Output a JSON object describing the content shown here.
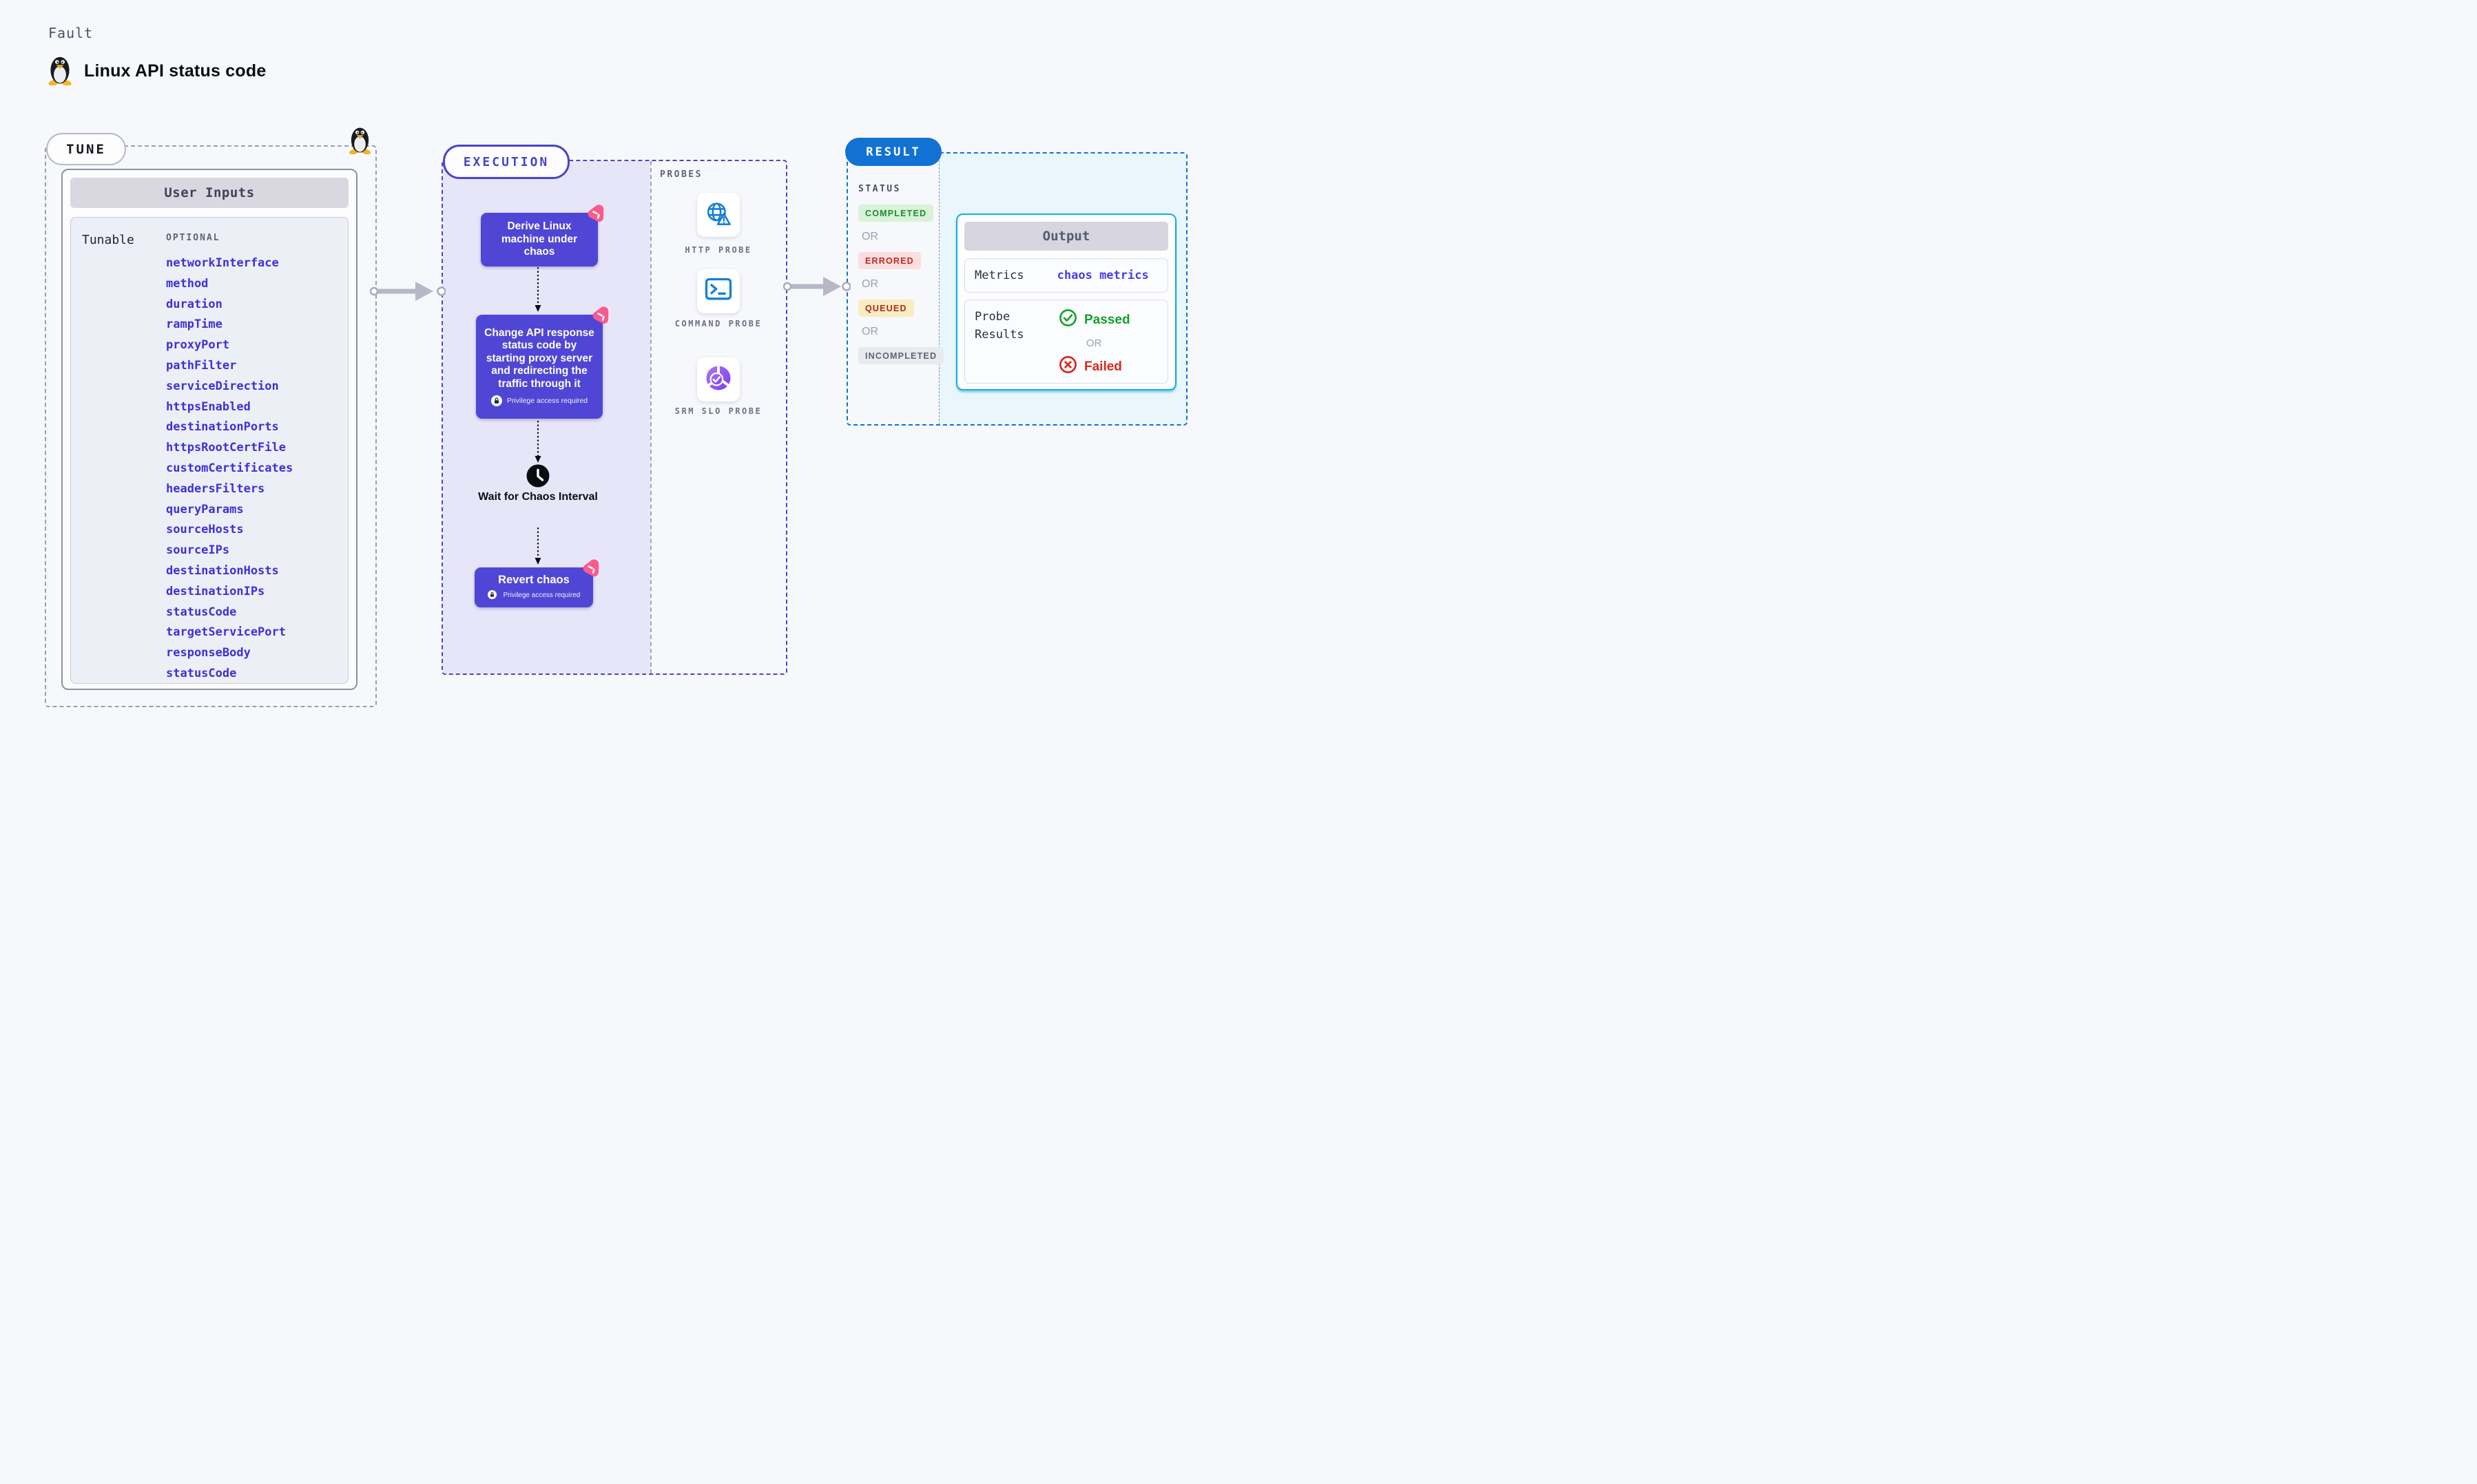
{
  "page": {
    "eyebrow": "Fault",
    "title": "Linux API status code"
  },
  "palette": {
    "background": "#f7f8fb",
    "indigo_step_box": "#5046d5",
    "execution_border": "#4a43cb",
    "execution_fill": "#e7e6f9",
    "tune_border": "#9aa1ad",
    "result_border": "#1272d4",
    "result_pill_bg": "#1272d4",
    "output_border": "#12aee0",
    "output_fill": "#e9f6fb",
    "tunable_link": "#3c31d8",
    "probe_icon_blue": "#1480d8",
    "srm_purple": "#8a52f2",
    "chaos_badge_pink": "#fa5a8c",
    "completed_fg": "#1d8c2b",
    "completed_bg": "#d9f2da",
    "errored_fg": "#c5271e",
    "errored_bg": "#fadfe1",
    "queued_fg": "#ab2a16",
    "queued_bg": "#f9ecc2",
    "incompleted_fg": "#5d6373",
    "incompleted_bg": "#e9eaf0",
    "passed_green": "#15a02c",
    "failed_red": "#da281c"
  },
  "tune": {
    "label": "TUNE",
    "card_title": "User Inputs",
    "row_label": "Tunable",
    "column_label": "OPTIONAL",
    "tunables": [
      "networkInterface",
      "method",
      "duration",
      "rampTime",
      "proxyPort",
      "pathFilter",
      "serviceDirection",
      "httpsEnabled",
      "destinationPorts",
      "httpsRootCertFile",
      "customCertificates",
      "headersFilters",
      "queryParams",
      "sourceHosts",
      "sourceIPs",
      "destinationHosts",
      "destinationIPs",
      "statusCode",
      "targetServicePort",
      "responseBody",
      "statusCode"
    ]
  },
  "execution": {
    "label": "EXECUTION",
    "step_derive": "Derive Linux machine under chaos",
    "step_change": "Change API response status code by starting proxy server and redirecting the traffic through it",
    "wait_label": "Wait for Chaos Interval",
    "step_revert": "Revert chaos",
    "privilege_label": "Privilege access required"
  },
  "probes": {
    "label": "PROBES",
    "items": [
      {
        "label": "HTTP PROBE",
        "icon": "globe-warning-icon"
      },
      {
        "label": "COMMAND PROBE",
        "icon": "terminal-icon"
      },
      {
        "label": "SRM SLO PROBE",
        "icon": "slo-pie-icon"
      }
    ]
  },
  "result": {
    "label": "RESULT",
    "status_label": "STATUS",
    "or_label": "OR",
    "statuses": [
      {
        "text": "COMPLETED"
      },
      {
        "text": "ERRORED"
      },
      {
        "text": "QUEUED"
      },
      {
        "text": "INCOMPLETED"
      }
    ],
    "output": {
      "title": "Output",
      "metrics_label": "Metrics",
      "metrics_value": "chaos metrics",
      "probe_results_label": "Probe Results",
      "passed_label": "Passed",
      "or_label": "OR",
      "failed_label": "Failed"
    }
  }
}
